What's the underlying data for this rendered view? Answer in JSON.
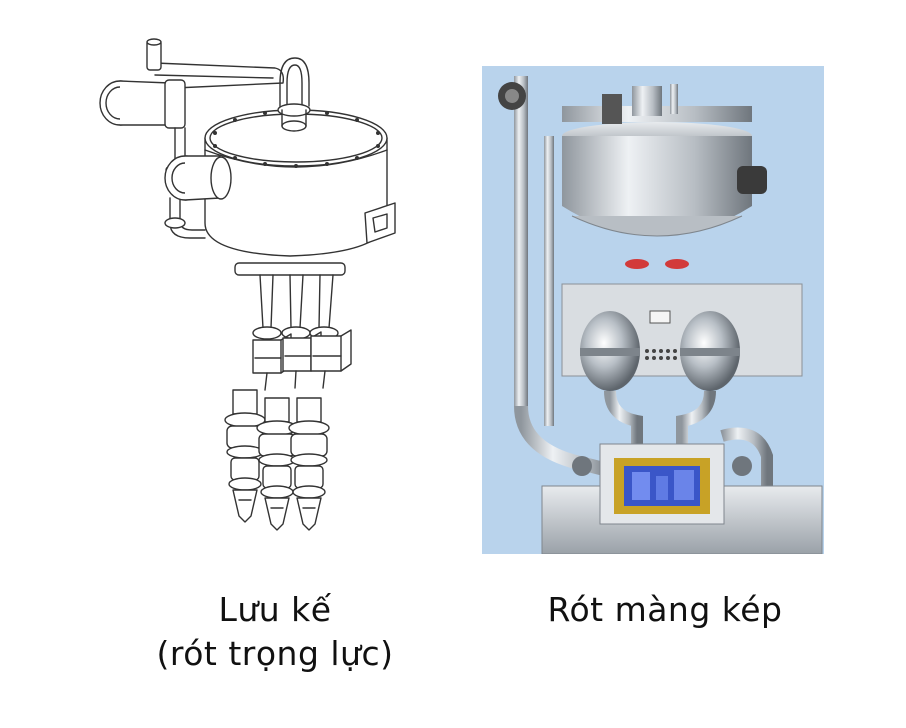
{
  "left": {
    "caption_line1": "Lưu kế",
    "caption_line2": "(rót trọng lực)"
  },
  "right": {
    "caption": "Rót màng kép"
  },
  "colors": {
    "line_art": "#333333",
    "right_background": "#b9d3ec",
    "steel": "#c9cdd2",
    "display_frame": "#c8a226",
    "display_screen": "#3a56c8",
    "flange_red": "#d23a3a"
  }
}
